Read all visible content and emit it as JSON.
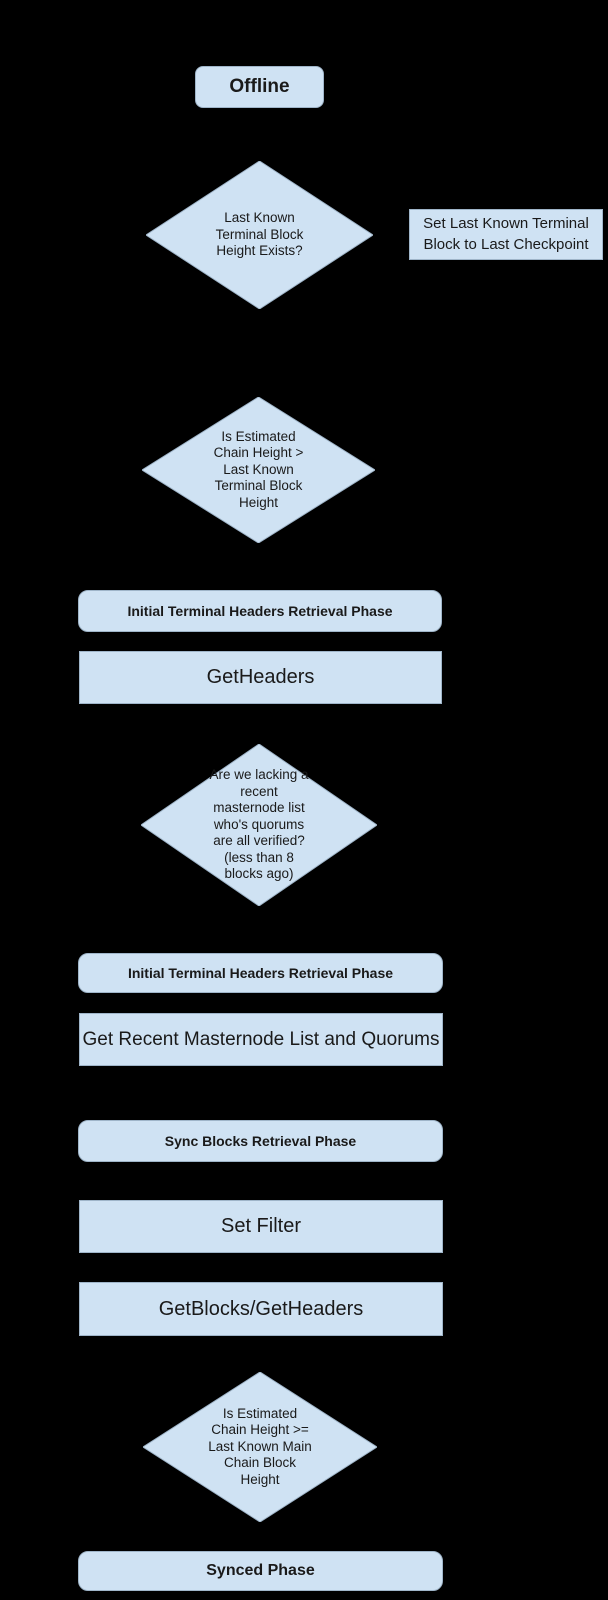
{
  "theme": {
    "bg": "#000000",
    "node_fill": "#cfe2f3",
    "node_border": "#9fb5c9",
    "text_color": "#1a1a1a"
  },
  "flowchart": {
    "start": {
      "label": "Offline"
    },
    "decision_terminal_exists": {
      "label": "Last Known\nTerminal Block\nHeight Exists?"
    },
    "set_checkpoint": {
      "label": "Set Last Known Terminal\nBlock to Last Checkpoint"
    },
    "decision_chain_gt_terminal": {
      "label": "Is Estimated\nChain Height >\nLast Known\nTerminal Block\nHeight"
    },
    "phase_terminal_1": {
      "label": "Initial Terminal Headers Retrieval Phase"
    },
    "get_headers": {
      "label": "GetHeaders"
    },
    "decision_masternode_list": {
      "label": "Are we lacking a\nrecent\nmasternode list\nwho's quorums\nare all verified?\n(less than 8\nblocks ago)"
    },
    "phase_terminal_2": {
      "label": "Initial Terminal Headers Retrieval Phase"
    },
    "get_masternode_list": {
      "label": "Get Recent Masternode List and Quorums"
    },
    "phase_sync_blocks": {
      "label": "Sync Blocks Retrieval Phase"
    },
    "set_filter": {
      "label": "Set Filter"
    },
    "get_blocks": {
      "label": "GetBlocks/GetHeaders"
    },
    "decision_chain_ge_main": {
      "label": "Is Estimated\nChain Height >=\nLast Known Main\nChain Block\nHeight"
    },
    "synced_phase": {
      "label": "Synced Phase"
    }
  }
}
